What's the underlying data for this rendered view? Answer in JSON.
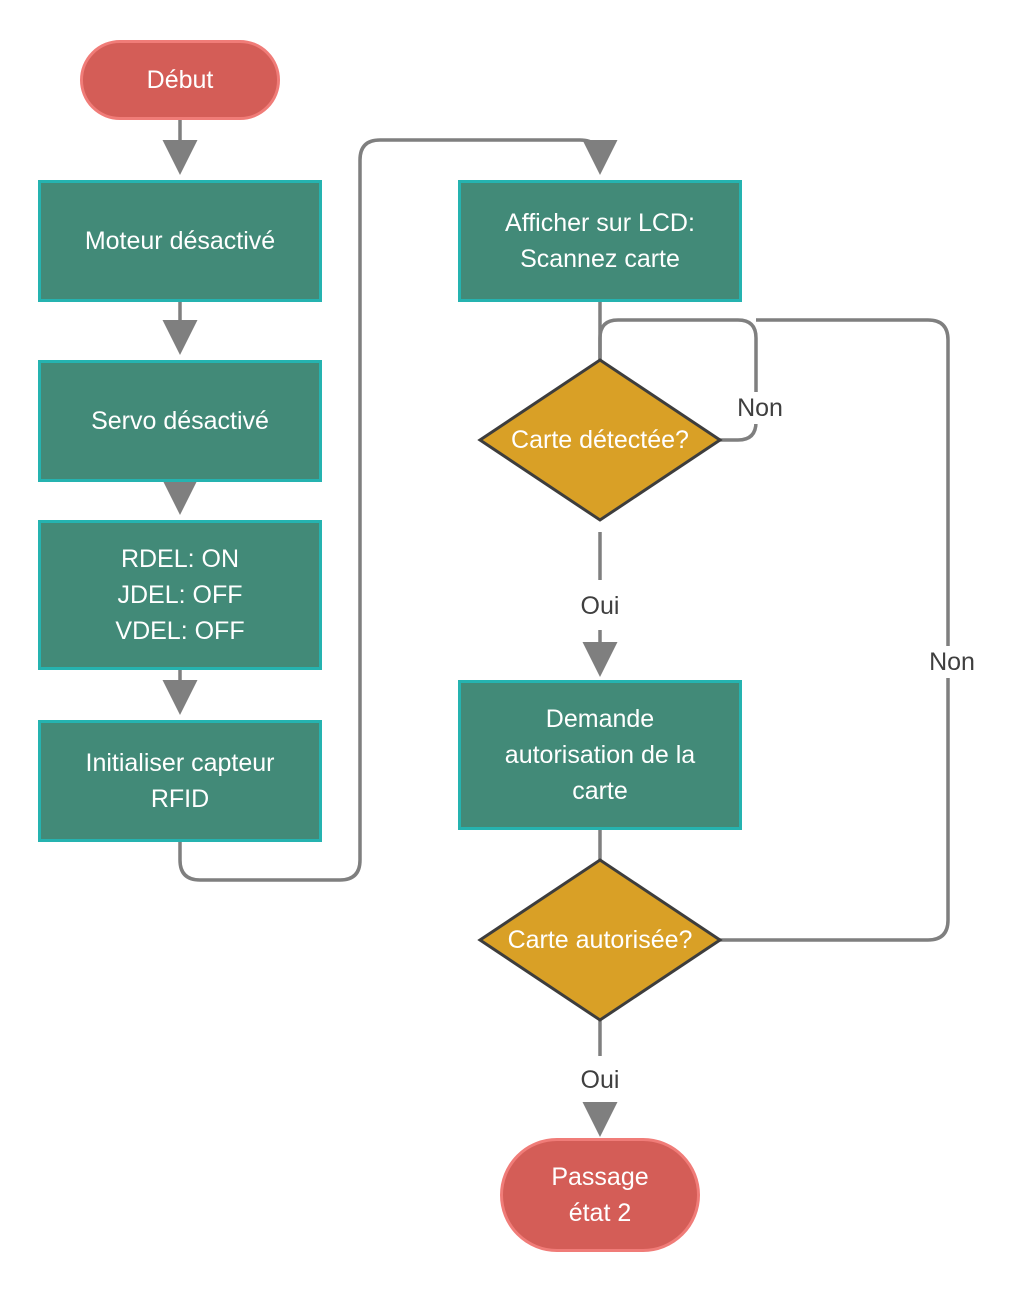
{
  "flowchart": {
    "start": {
      "label": "Début"
    },
    "motor_off": {
      "label": "Moteur désactivé"
    },
    "servo_off": {
      "label": "Servo désactivé"
    },
    "leds": {
      "lines": [
        "RDEL: ON",
        "JDEL: OFF",
        "VDEL: OFF"
      ]
    },
    "init_rfid": {
      "lines": [
        "Initialiser capteur",
        "RFID"
      ]
    },
    "lcd_display": {
      "lines": [
        "Afficher sur LCD:",
        "Scannez carte"
      ]
    },
    "card_detected": {
      "label": "Carte détectée?"
    },
    "request_auth": {
      "lines": [
        "Demande",
        "autorisation de la",
        "carte"
      ]
    },
    "card_authorized": {
      "label": "Carte autorisée?"
    },
    "end": {
      "lines": [
        "Passage",
        "état 2"
      ]
    },
    "edges": {
      "detected_no": "Non",
      "detected_yes": "Oui",
      "authorized_no": "Non",
      "authorized_yes": "Oui"
    }
  },
  "colors": {
    "process_fill": "#428a78",
    "process_border": "#25b3b0",
    "terminal_fill": "#d45d57",
    "terminal_border": "#f07c78",
    "decision_fill": "#d9a026",
    "decision_border": "#3d3d3d",
    "connector": "#7f7f7f"
  }
}
